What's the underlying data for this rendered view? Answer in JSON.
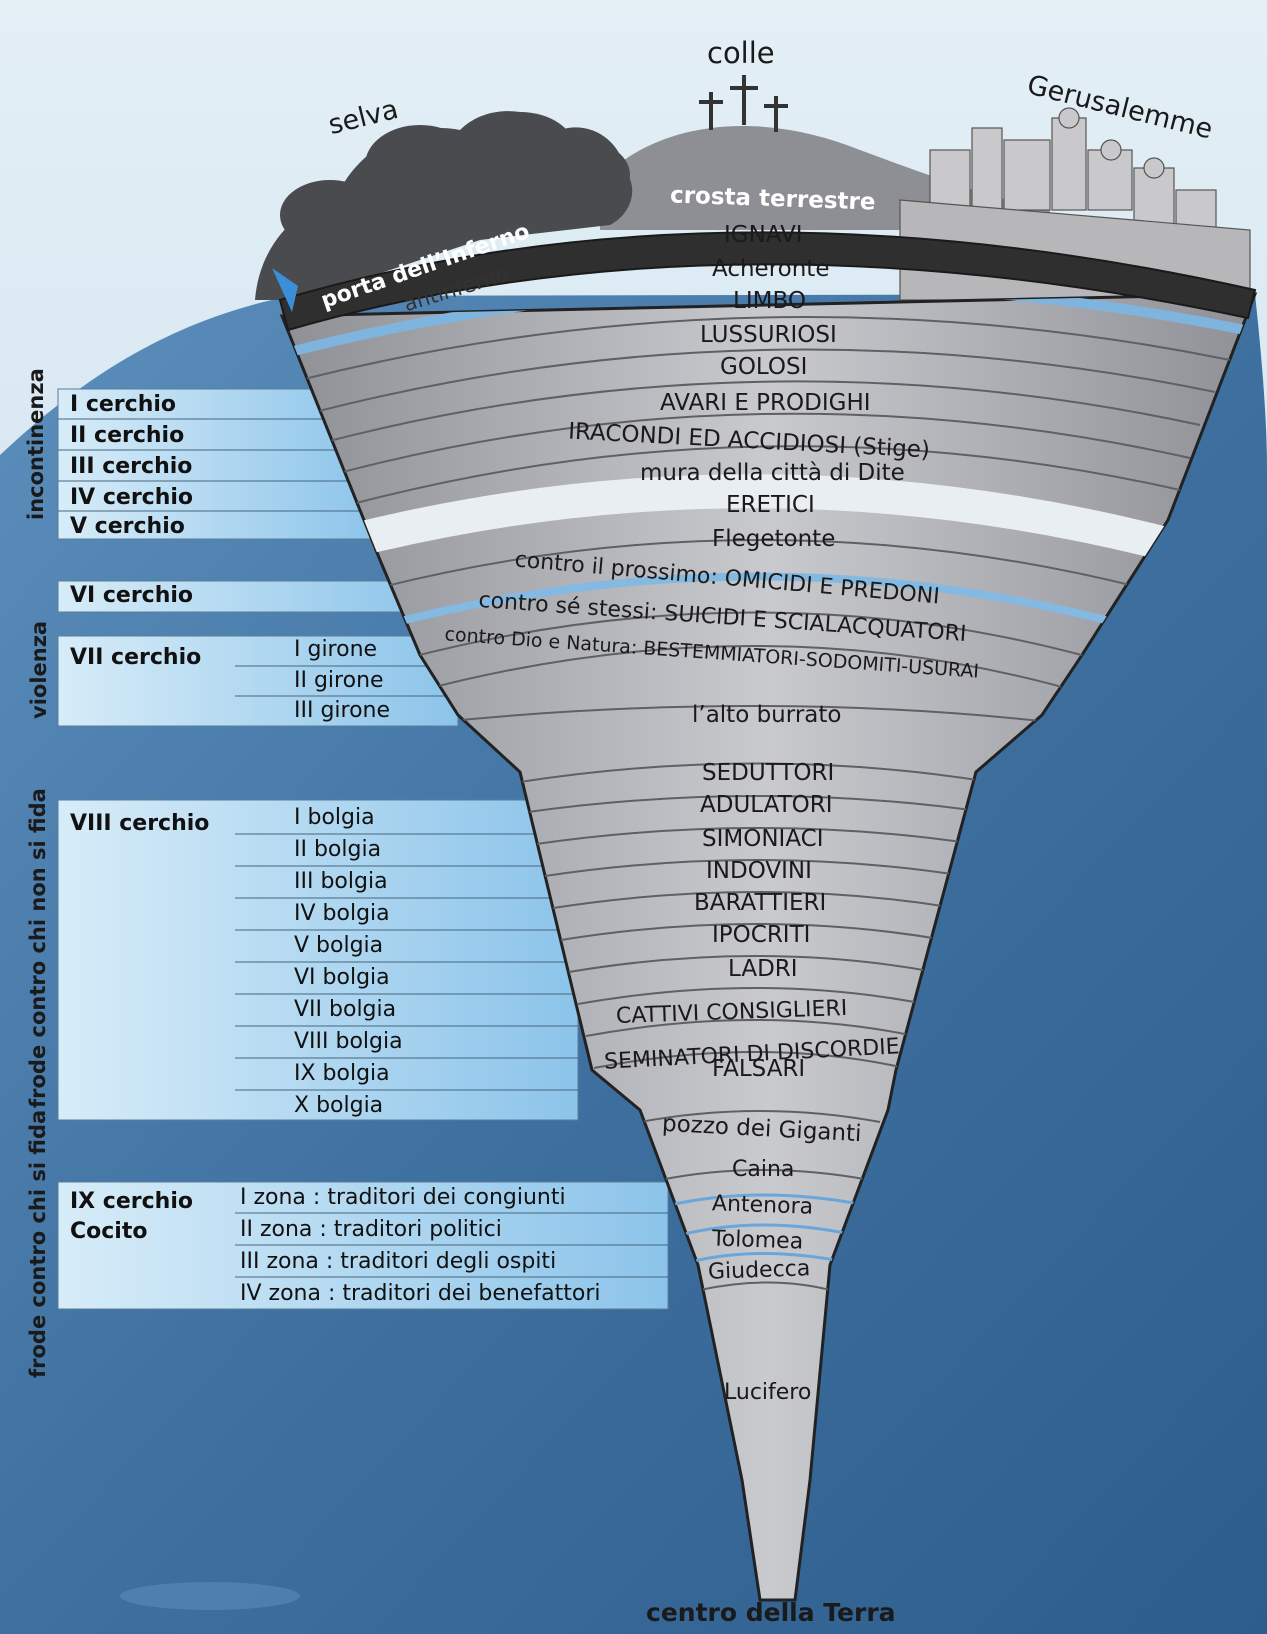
{
  "top_labels": {
    "colle": "colle",
    "gerusalemme": "Gerusalemme",
    "selva": "selva",
    "crosta": "crosta terrestre",
    "porta": "porta dell’Inferno",
    "antinferno": "antinferno"
  },
  "layers": [
    "IGNAVI",
    "Acheronte",
    "LIMBO",
    "LUSSURIOSI",
    "GOLOSI",
    "AVARI E PRODIGHI",
    "IRACONDI ED ACCIDIOSI (Stige)",
    "mura della città di Dite",
    "ERETICI",
    "Flegetonte",
    "contro il prossimo:  OMICIDI E PREDONI",
    "contro sé stessi:  SUICIDI E SCIALACQUATORI",
    "contro Dio e Natura: BESTEMMIATORI-SODOMITI-USURAI",
    "l’alto burrato",
    "SEDUTTORI",
    "ADULATORI",
    "SIMONIACI",
    "INDOVINI",
    "BARATTIERI",
    "IPOCRITI",
    "LADRI",
    "CATTIVI CONSIGLIERI",
    "SEMINATORI DI DISCORDIE",
    "FALSARI",
    "pozzo dei Giganti",
    "Caina",
    "Antenora",
    "Tolomea",
    "Giudecca",
    "Lucifero",
    "centro della Terra"
  ],
  "side": {
    "incontinenza": "incontinenza",
    "violenza": "violenza",
    "frode1": "frode contro chi non si fida",
    "frode2": "frode contro chi si fida",
    "c1": "I cerchio",
    "c2": "II cerchio",
    "c3": "III cerchio",
    "c4": "IV cerchio",
    "c5": "V cerchio",
    "c6": "VI cerchio",
    "c7": "VII cerchio",
    "gironi": [
      "I girone",
      "II girone",
      "III girone"
    ],
    "c8": "VIII cerchio",
    "bolge": [
      "I bolgia",
      "II bolgia",
      "III bolgia",
      "IV bolgia",
      "V bolgia",
      "VI bolgia",
      "VII bolgia",
      "VIII bolgia",
      "IX bolgia",
      "X bolgia"
    ],
    "c9a": "IX  cerchio",
    "c9b": "Cocito",
    "zone": [
      "I zona : traditori dei congiunti",
      "II zona : traditori politici",
      "III zona : traditori degli ospiti",
      "IV zona : traditori dei benefattori"
    ]
  },
  "colors": {
    "sky": "#cfe3ef",
    "earth": "#3f74a3",
    "panel": "#9ccdee",
    "stone": "#a9aaaf",
    "crust": "#2f2f2f"
  }
}
